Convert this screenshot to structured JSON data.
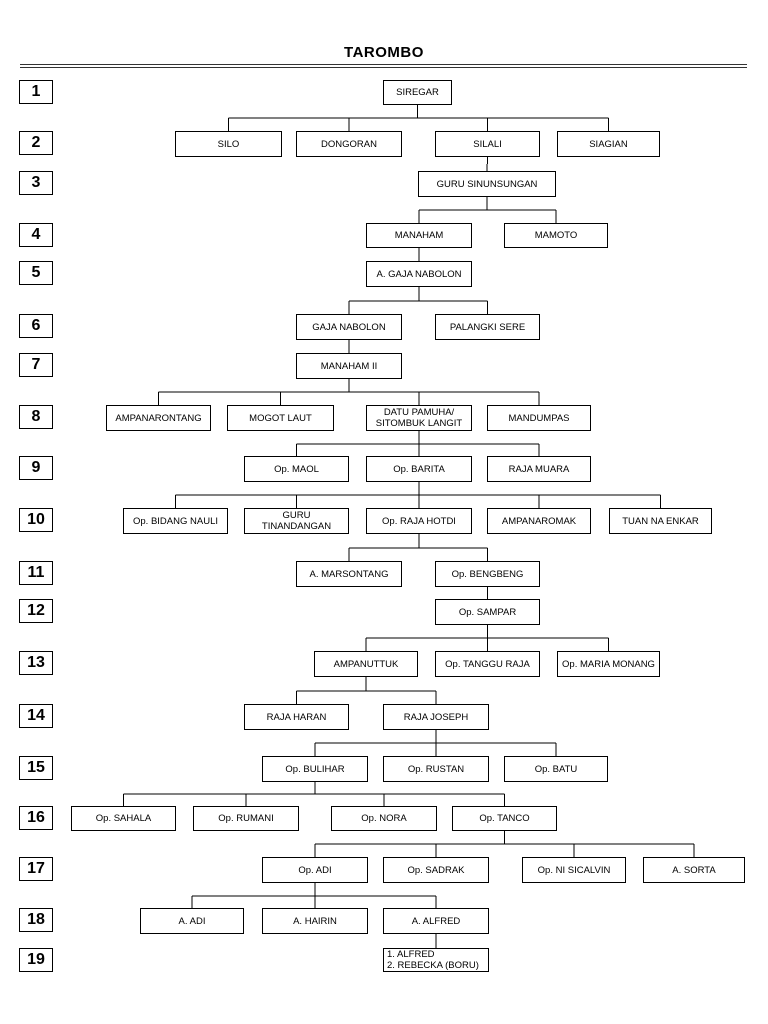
{
  "title": "TAROMBO",
  "generations": [
    "1",
    "2",
    "3",
    "4",
    "5",
    "6",
    "7",
    "8",
    "9",
    "10",
    "11",
    "12",
    "13",
    "14",
    "15",
    "16",
    "17",
    "18",
    "19"
  ],
  "nodes": [
    {
      "id": "siregar",
      "label": "SIREGAR"
    },
    {
      "id": "silo",
      "label": "SILO"
    },
    {
      "id": "dongoran",
      "label": "DONGORAN"
    },
    {
      "id": "silali",
      "label": "SILALI"
    },
    {
      "id": "siagian",
      "label": "SIAGIAN"
    },
    {
      "id": "guru_sinunsungan",
      "label": "GURU SINUNSUNGAN"
    },
    {
      "id": "manaham",
      "label": "MANAHAM"
    },
    {
      "id": "mamoto",
      "label": "MAMOTO"
    },
    {
      "id": "a_gaja_nabolon",
      "label": "A. GAJA NABOLON"
    },
    {
      "id": "gaja_nabolon",
      "label": "GAJA NABOLON"
    },
    {
      "id": "palangki_sere",
      "label": "PALANGKI SERE"
    },
    {
      "id": "manaham_ii",
      "label": "MANAHAM II"
    },
    {
      "id": "ampanarontang",
      "label": "AMPANARONTANG"
    },
    {
      "id": "mogot_laut",
      "label": "MOGOT LAUT"
    },
    {
      "id": "datu_pamuha",
      "label": "DATU PAMUHA/\nSITOMBUK LANGIT"
    },
    {
      "id": "mandumpas",
      "label": "MANDUMPAS"
    },
    {
      "id": "op_maol",
      "label": "Op. MAOL"
    },
    {
      "id": "op_barita",
      "label": "Op. BARITA"
    },
    {
      "id": "raja_muara",
      "label": "RAJA MUARA"
    },
    {
      "id": "op_bidang_nauli",
      "label": "Op. BIDANG NAULI"
    },
    {
      "id": "guru_tinandangan",
      "label": "GURU\nTINANDANGAN"
    },
    {
      "id": "op_raja_hotdi",
      "label": "Op. RAJA HOTDI"
    },
    {
      "id": "ampanaromak",
      "label": "AMPANAROMAK"
    },
    {
      "id": "tuan_na_enkar",
      "label": "TUAN NA ENKAR"
    },
    {
      "id": "a_marsontang",
      "label": "A. MARSONTANG"
    },
    {
      "id": "op_bengbeng",
      "label": "Op. BENGBENG"
    },
    {
      "id": "op_sampar",
      "label": "Op. SAMPAR"
    },
    {
      "id": "ampanuttuk",
      "label": "AMPANUTTUK"
    },
    {
      "id": "op_tanggu_raja",
      "label": "Op. TANGGU RAJA"
    },
    {
      "id": "op_maria_monang",
      "label": "Op. MARIA MONANG"
    },
    {
      "id": "raja_haran",
      "label": "RAJA HARAN"
    },
    {
      "id": "raja_joseph",
      "label": "RAJA JOSEPH"
    },
    {
      "id": "op_bulihar",
      "label": "Op. BULIHAR"
    },
    {
      "id": "op_rustan",
      "label": "Op. RUSTAN"
    },
    {
      "id": "op_batu",
      "label": "Op. BATU"
    },
    {
      "id": "op_sahala",
      "label": "Op. SAHALA"
    },
    {
      "id": "op_rumani",
      "label": "Op. RUMANI"
    },
    {
      "id": "op_nora",
      "label": "Op. NORA"
    },
    {
      "id": "op_tanco",
      "label": "Op. TANCO"
    },
    {
      "id": "op_adi",
      "label": "Op. ADI"
    },
    {
      "id": "op_sadrak",
      "label": "Op. SADRAK"
    },
    {
      "id": "op_ni_sicalvin",
      "label": "Op. NI SICALVIN"
    },
    {
      "id": "a_sorta",
      "label": "A. SORTA"
    },
    {
      "id": "a_adi",
      "label": "A. ADI"
    },
    {
      "id": "a_hairin",
      "label": "A. HAIRIN"
    },
    {
      "id": "a_alfred",
      "label": "A. ALFRED"
    },
    {
      "id": "alfred_children",
      "label": "1. ALFRED\n2. REBECKA (BORU)"
    }
  ],
  "edges": [
    {
      "parent": "siregar",
      "children": [
        "silo",
        "dongoran",
        "silali",
        "siagian"
      ]
    },
    {
      "parent": "silali",
      "children": [
        "guru_sinunsungan"
      ]
    },
    {
      "parent": "guru_sinunsungan",
      "children": [
        "manaham",
        "mamoto"
      ]
    },
    {
      "parent": "manaham",
      "children": [
        "a_gaja_nabolon"
      ]
    },
    {
      "parent": "a_gaja_nabolon",
      "children": [
        "gaja_nabolon",
        "palangki_sere"
      ]
    },
    {
      "parent": "gaja_nabolon",
      "children": [
        "manaham_ii"
      ]
    },
    {
      "parent": "manaham_ii",
      "children": [
        "ampanarontang",
        "mogot_laut",
        "datu_pamuha",
        "mandumpas"
      ]
    },
    {
      "parent": "datu_pamuha",
      "children": [
        "op_maol",
        "op_barita",
        "raja_muara"
      ]
    },
    {
      "parent": "op_barita",
      "children": [
        "op_bidang_nauli",
        "guru_tinandangan",
        "op_raja_hotdi",
        "ampanaromak",
        "tuan_na_enkar"
      ]
    },
    {
      "parent": "op_raja_hotdi",
      "children": [
        "a_marsontang",
        "op_bengbeng"
      ]
    },
    {
      "parent": "op_bengbeng",
      "children": [
        "op_sampar"
      ]
    },
    {
      "parent": "op_sampar",
      "children": [
        "ampanuttuk",
        "op_tanggu_raja",
        "op_maria_monang"
      ]
    },
    {
      "parent": "ampanuttuk",
      "children": [
        "raja_haran",
        "raja_joseph"
      ]
    },
    {
      "parent": "raja_joseph",
      "children": [
        "op_bulihar",
        "op_rustan",
        "op_batu"
      ]
    },
    {
      "parent": "op_bulihar",
      "children": [
        "op_sahala",
        "op_rumani",
        "op_nora",
        "op_tanco"
      ]
    },
    {
      "parent": "op_tanco",
      "children": [
        "op_adi",
        "op_sadrak",
        "op_ni_sicalvin",
        "a_sorta"
      ]
    },
    {
      "parent": "op_adi",
      "children": [
        "a_adi",
        "a_hairin",
        "a_alfred"
      ]
    },
    {
      "parent": "a_alfred",
      "children": [
        "alfred_children"
      ]
    }
  ]
}
